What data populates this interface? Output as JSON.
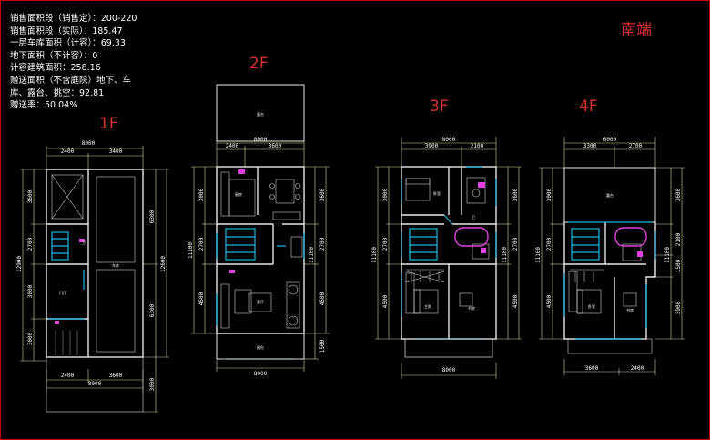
{
  "info_lines": [
    "销售面积段（销售定）：200-220",
    "销售面积段（实际）：185.47",
    "一层车库面积（计容）：69.33",
    "地下面积（不计容）：0",
    "计容建筑面积：258.16",
    "赠送面积（不含庭院）地下、车",
    "库、露台、挑空：92.81",
    "赠送率：50.04%"
  ],
  "orientation_label": "南端",
  "floors": {
    "f1": {
      "label": "1F",
      "top_dims": [
        "8000",
        "2400",
        "3400"
      ],
      "bottom_dims": [
        "2400",
        "3600",
        "8000"
      ],
      "left_dims": [
        "12900",
        "3600",
        "2700",
        "3000",
        "3000"
      ],
      "right_dims": [
        "6300",
        "12600",
        "6300",
        "3000"
      ]
    },
    "f2": {
      "label": "2F",
      "top_dims": [
        "8000",
        "2400",
        "3600"
      ],
      "bottom_dims": [
        "8000"
      ],
      "left_dims": [
        "3000",
        "11100",
        "2700",
        "4500"
      ],
      "right_dims": [
        "3600",
        "2700",
        "11100",
        "4500",
        "1500"
      ]
    },
    "f3": {
      "label": "3F",
      "top_dims": [
        "8000",
        "3900",
        "2100"
      ],
      "bottom_dims": [
        "8000"
      ],
      "left_dims": [
        "3000",
        "11100",
        "2700",
        "4500"
      ],
      "right_dims": [
        "3600",
        "2700",
        "11100",
        "4500"
      ]
    },
    "f4": {
      "label": "4F",
      "top_dims": [
        "6000",
        "3300",
        "2700"
      ],
      "bottom_dims": [
        "3600",
        "2400"
      ],
      "left_dims": [
        "3000",
        "11100",
        "2700",
        "4500"
      ],
      "right_dims": [
        "3600",
        "2100",
        "11100",
        "1500",
        "3900"
      ]
    }
  }
}
